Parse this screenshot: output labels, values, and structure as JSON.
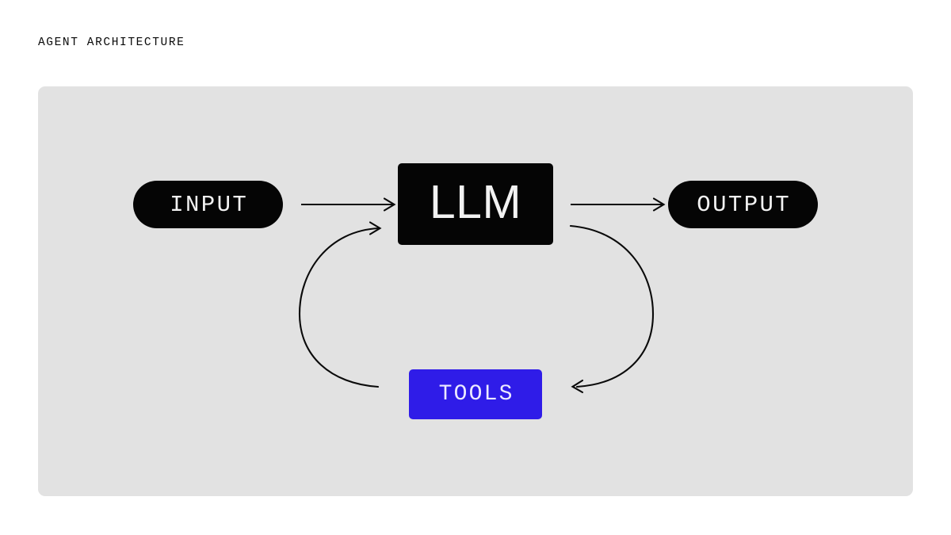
{
  "title": "AGENT ARCHITECTURE",
  "colors": {
    "page_background": "#ffffff",
    "panel_background": "#e2e2e2",
    "node_dark": "#050505",
    "node_accent": "#2f1ce8",
    "node_text": "#f2f2f2",
    "connector_stroke": "#0a0a0a",
    "title_text": "#0a0a0a"
  },
  "diagram": {
    "type": "flow",
    "nodes": [
      {
        "id": "input",
        "label": "INPUT",
        "shape": "pill",
        "fill": "#050505",
        "text_color": "#f2f2f2"
      },
      {
        "id": "llm",
        "label": "LLM",
        "shape": "rounded-rect",
        "fill": "#050505",
        "text_color": "#f2f2f2"
      },
      {
        "id": "output",
        "label": "OUTPUT",
        "shape": "pill",
        "fill": "#050505",
        "text_color": "#f2f2f2"
      },
      {
        "id": "tools",
        "label": "TOOLS",
        "shape": "rounded-rect",
        "fill": "#2f1ce8",
        "text_color": "#eceaff"
      }
    ],
    "edges": [
      {
        "id": "input-to-llm",
        "from": "input",
        "to": "llm",
        "style": "straight",
        "arrow": "end",
        "direction": "right"
      },
      {
        "id": "llm-to-output",
        "from": "llm",
        "to": "output",
        "style": "straight",
        "arrow": "end",
        "direction": "right"
      },
      {
        "id": "llm-to-tools",
        "from": "llm",
        "to": "tools",
        "style": "curved",
        "arrow": "end",
        "direction": "clockwise-down-left"
      },
      {
        "id": "tools-to-llm",
        "from": "tools",
        "to": "llm",
        "style": "curved",
        "arrow": "end",
        "direction": "counterclockwise-up-right"
      }
    ]
  }
}
